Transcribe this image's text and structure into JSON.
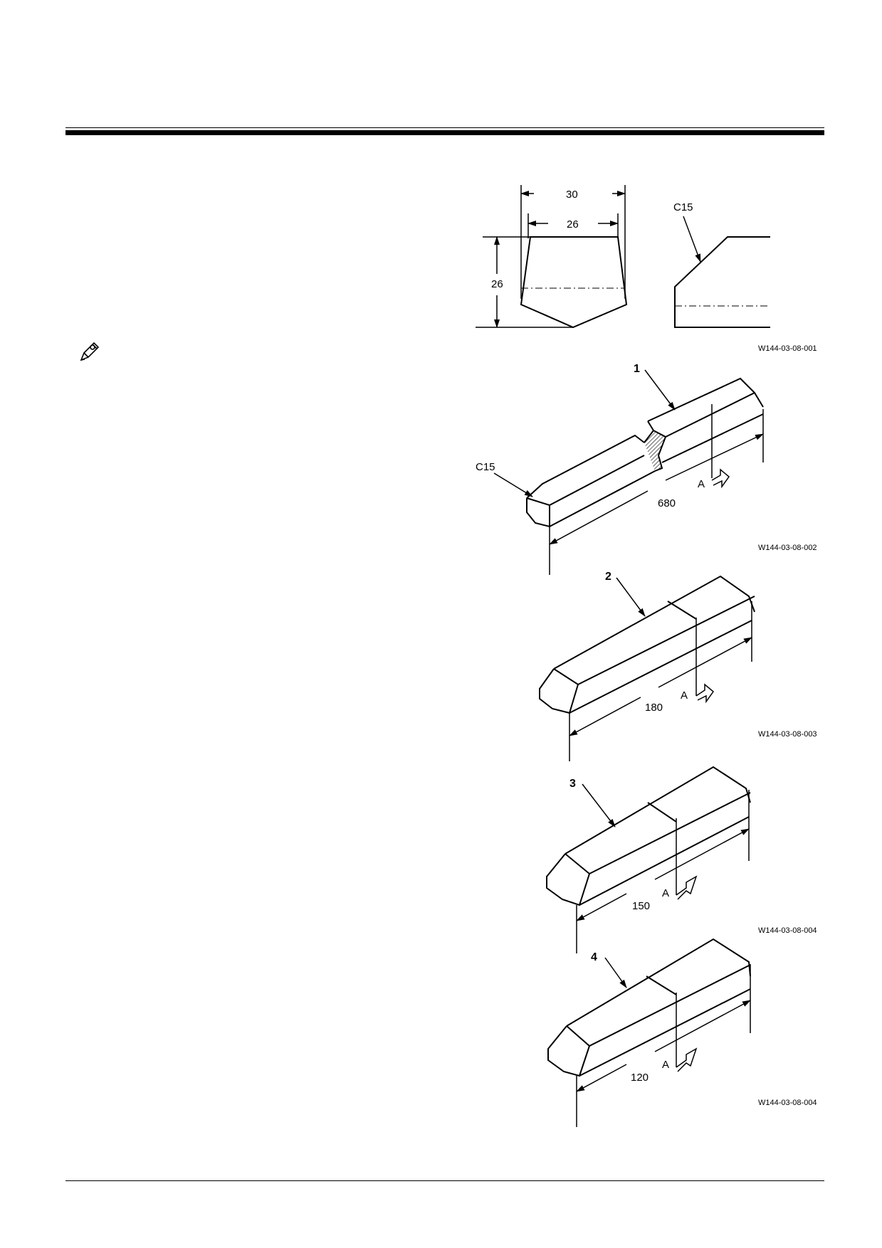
{
  "section_view": {
    "dim_top_width": "30",
    "dim_inner_width": "26",
    "dim_height": "26",
    "chamfer": "C15",
    "ref": "W144-03-08-001"
  },
  "parts": [
    {
      "callout": "1",
      "length": "680",
      "section_mark": "A",
      "chamfer": "C15",
      "ref": "W144-03-08-002"
    },
    {
      "callout": "2",
      "length": "180",
      "section_mark": "A",
      "ref": "W144-03-08-003"
    },
    {
      "callout": "3",
      "length": "150",
      "section_mark": "A",
      "ref": "W144-03-08-004"
    },
    {
      "callout": "4",
      "length": "120",
      "section_mark": "A",
      "ref": "W144-03-08-004"
    }
  ],
  "icons": {
    "note": "pencil-note-icon"
  }
}
